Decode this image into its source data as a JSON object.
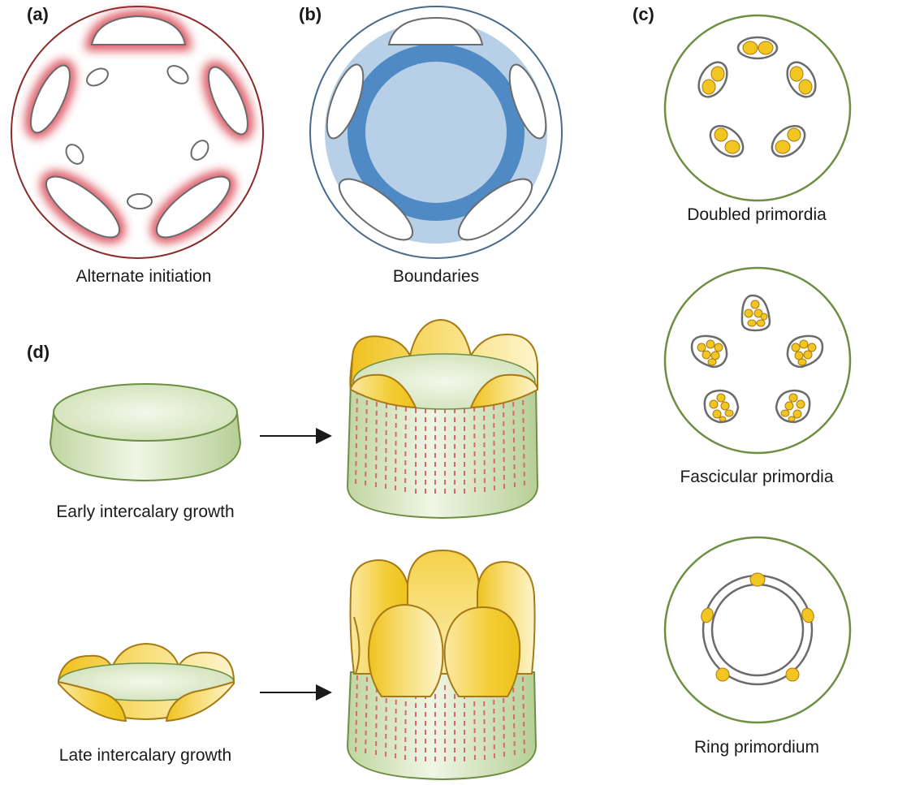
{
  "panels": {
    "a": {
      "label": "(a)",
      "caption": "Alternate initiation"
    },
    "b": {
      "label": "(b)",
      "caption": "Boundaries"
    },
    "c": {
      "label": "(c)",
      "captions": [
        "Doubled primordia",
        "Fascicular primordia",
        "Ring primordium"
      ]
    },
    "d": {
      "label": "(d)",
      "captions": [
        "Early intercalary growth",
        "Late intercalary growth"
      ]
    }
  },
  "colors": {
    "outline_a": "#8b2b2b",
    "glow_red": "#d42f3d",
    "outline_b": "#4a6a8c",
    "ring_blue": "#4f8ac4",
    "ring_light": "#b7d0e8",
    "outline_green": "#6c8f43",
    "fill_green_light": "#e8f1dc",
    "fill_green_dark": "#bcd39d",
    "yellow": "#f2c521",
    "yellow_light": "#fbefb1",
    "yellow_outline": "#a87a14",
    "gray_outline": "#6b6b6b",
    "dash_red": "#d66a6a",
    "arrow": "#1a1a1a"
  }
}
